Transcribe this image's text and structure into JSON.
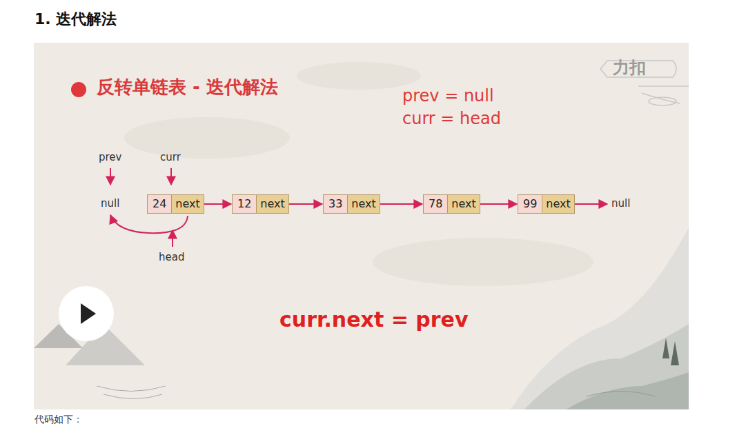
{
  "diagram": {
    "title": "1. 迭代解法",
    "nodes": [
      {
        "text": [
          "24",
          "next"
        ]
      },
      {
        "text": [
          "12",
          "next"
        ]
      },
      {
        "text": [
          "33",
          "next"
        ]
      },
      {
        "text": [
          "78",
          "next"
        ]
      },
      {
        "text": [
          "99",
          "next"
        ]
      }
    ],
    "edges": [
      {
        "from": 0,
        "to": 1,
        "arrow": "to"
      },
      {
        "from": 1,
        "to": 2,
        "arrow": "to"
      },
      {
        "from": 2,
        "to": 3,
        "arrow": "to"
      },
      {
        "from": 3,
        "to": 4,
        "arrow": "to"
      }
    ],
    "labels": [
      "反转单链表 - 迭代解法",
      "prev = null",
      "curr = head",
      "prev",
      "curr",
      "null",
      "null",
      "head",
      "curr.next = prev",
      "力扣",
      "代码如下："
    ]
  }
}
